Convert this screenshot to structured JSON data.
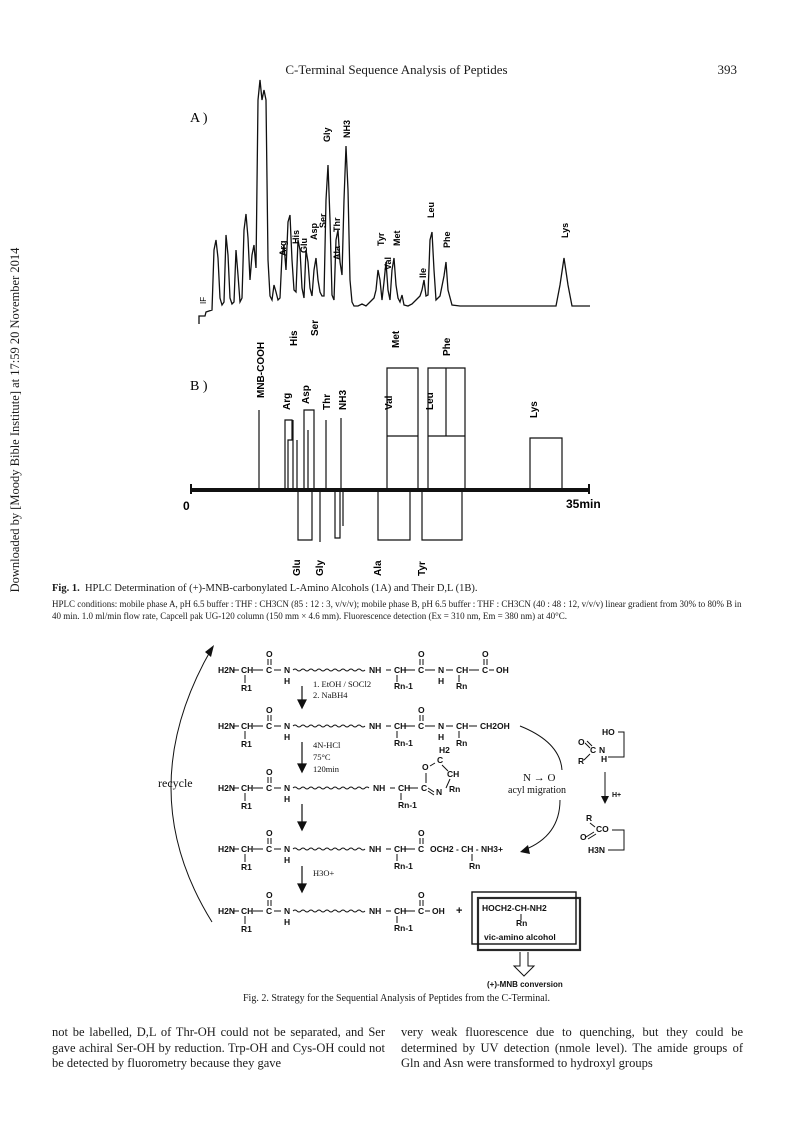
{
  "side_note": "Downloaded by [Moody Bible Institute] at 17:59 20 November 2014",
  "running_title": "C-Terminal Sequence Analysis of Peptides",
  "page_number": "393",
  "fig1": {
    "panelA_label": "A )",
    "panelB_label": "B )",
    "if_label": "IF",
    "axis_start": "0",
    "axis_end": "35min",
    "peaksA": [
      {
        "name": "Arg"
      },
      {
        "name": "His"
      },
      {
        "name": "Glu"
      },
      {
        "name": "Asp"
      },
      {
        "name": "Ser"
      },
      {
        "name": "Gly"
      },
      {
        "name": "Thr"
      },
      {
        "name": "Ala"
      },
      {
        "name": "NH3"
      },
      {
        "name": "Tyr"
      },
      {
        "name": "Val"
      },
      {
        "name": "Met"
      },
      {
        "name": "Ile"
      },
      {
        "name": "Leu"
      },
      {
        "name": "Phe"
      },
      {
        "name": "Lys"
      }
    ],
    "upper_labels": [
      "MNB-COOH",
      "His",
      "Ser",
      "Arg",
      "Asp",
      "Thr",
      "NH3",
      "Val",
      "Met",
      "Leu",
      "Phe",
      "Lys"
    ],
    "lower_labels": [
      "Glu",
      "Gly",
      "Ala",
      "Tyr"
    ],
    "caption_num": "Fig. 1.",
    "caption_text": "HPLC Determination of (+)-MNB-carbonylated L-Amino Alcohols (1A) and Their D,L (1B).",
    "caption_sub": "HPLC conditions: mobile phase A, pH 6.5 buffer : THF : CH3CN (85 : 12 : 3, v/v/v); mobile phase B, pH 6.5 buffer : THF : CH3CN (40 : 48 : 12, v/v/v) linear gradient from 30% to 80% B in 40 min. 1.0 ml/min flow rate, Capcell pak UG-120 column (150 mm × 4.6 mm). Fluorescence detection (Ex = 310 nm, Em = 380 nm) at 40°C."
  },
  "fig2": {
    "h2n": "H2N",
    "ch": "CH",
    "c": "C",
    "n": "N",
    "h": "H",
    "o": "O",
    "r1": "R1",
    "nh": "NH",
    "rn1": "Rn-1",
    "rn": "Rn",
    "oh": "OH",
    "ch2oh": "CH2OH",
    "step1a": "1. EtOH / SOCl2",
    "step1b": "2. NaBH4",
    "step2a": "4N-HCl",
    "step2b": "75°C",
    "step2c": "120min",
    "h2": "H2",
    "ester_tail": "OCH2 - CH - NH3+",
    "step3": "H3O+",
    "plus": "+",
    "alcohol_formula": "HOCH2-CH-NH2",
    "alcohol_rn": "Rn",
    "alcohol_name": "vic-amino alcohol",
    "conversion": "(+)-MNB conversion",
    "recycle": "recycle",
    "migration_a": "N → O",
    "migration_b": "acyl migration",
    "side_ho": "HO",
    "side_r": "R",
    "side_co": "CO",
    "side_h3n": "H3N",
    "side_hplus": "H+",
    "caption": "Fig. 2.   Strategy for the Sequential Analysis of Peptides from the C-Terminal."
  },
  "body": {
    "col1": "not be labelled, D,L of Thr-OH could not be separated, and Ser gave achiral Ser-OH by reduction. Trp-OH and Cys-OH could not be detected by fluorometry because they gave",
    "col2": "very weak fluorescence due to quenching, but they could be determined by UV detection (nmole level). The amide groups of Gln and Asn were transformed to hydroxyl groups"
  }
}
